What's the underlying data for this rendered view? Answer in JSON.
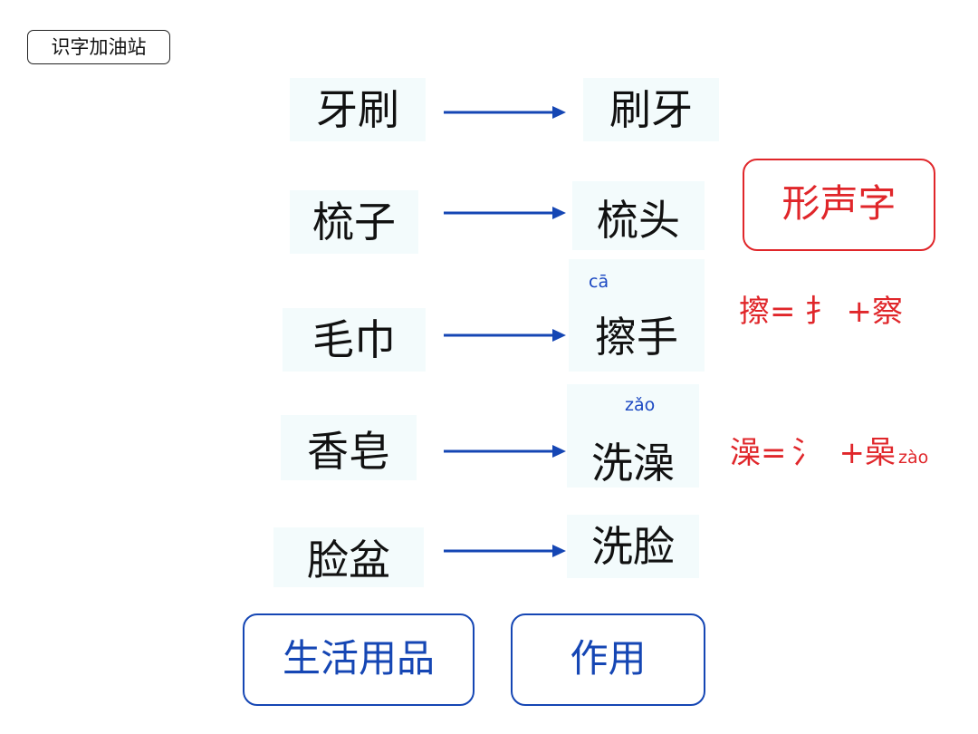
{
  "header": {
    "tag": "识字加油站"
  },
  "rows": [
    {
      "left": "牙刷",
      "right": "刷牙"
    },
    {
      "left": "梳子",
      "right": "梳头"
    },
    {
      "left": "毛巾",
      "right": "擦手",
      "pinyin": "cā"
    },
    {
      "left": "香皂",
      "right": "洗澡",
      "pinyin": "zǎo"
    },
    {
      "left": "脸盆",
      "right": "洗脸"
    }
  ],
  "category": {
    "label": "形声字"
  },
  "formulas": [
    {
      "char": "擦",
      "eq": "=",
      "radical": "扌",
      "plus": "+",
      "part": "察",
      "part_pinyin": ""
    },
    {
      "char": "澡",
      "eq": "=",
      "radical": "氵",
      "plus": "+",
      "part": "喿",
      "part_pinyin": "zào"
    }
  ],
  "footer": {
    "left_label": "生活用品",
    "right_label": "作用"
  },
  "colors": {
    "blue": "#1546b4",
    "red": "#e0262a",
    "cell_bg": "#f3fbfc"
  }
}
